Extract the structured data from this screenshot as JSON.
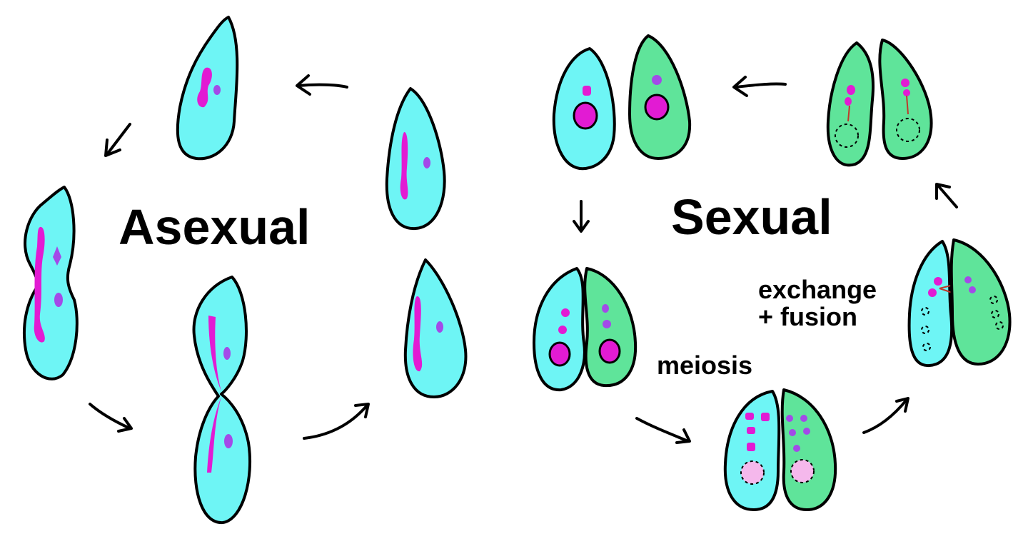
{
  "labels": {
    "asexual": "Asexual",
    "sexual": "Sexual",
    "meiosis": "meiosis",
    "exchange_line1": "exchange",
    "exchange_line2": "+ fusion"
  },
  "colors": {
    "cell_cyan": "#6ef5f5",
    "cell_green": "#5fe49a",
    "macronucleus": "#e21bd3",
    "micronucleus": "#a34ae8"
  }
}
